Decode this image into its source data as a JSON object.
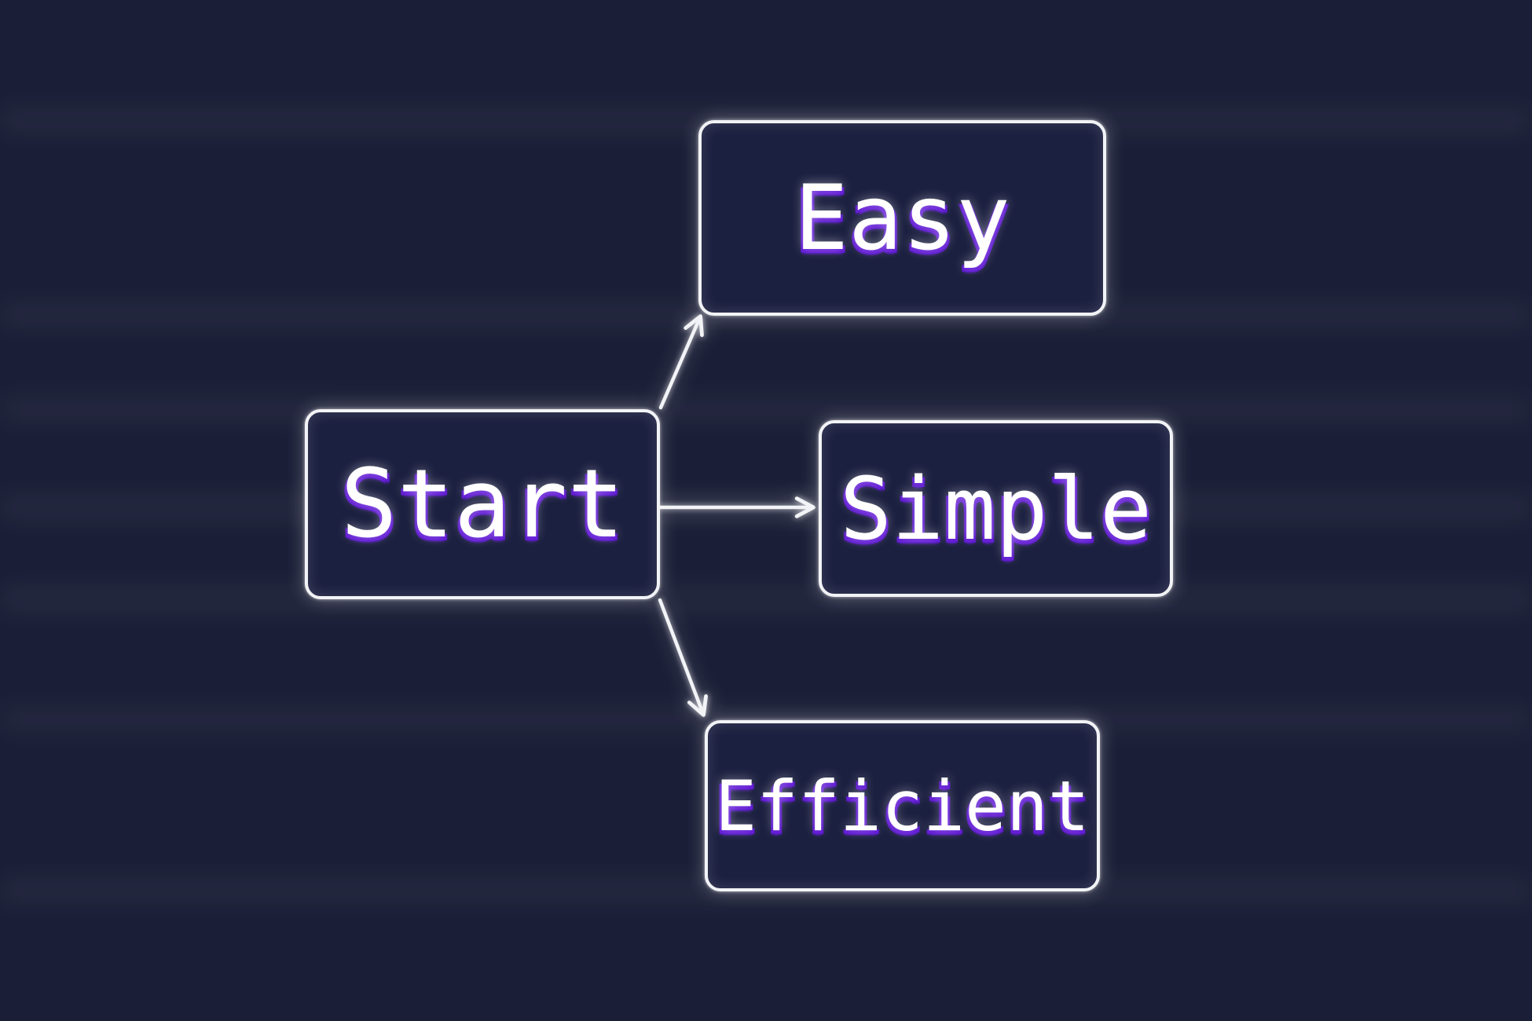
{
  "diagram": {
    "type": "flowchart",
    "direction": "left-to-right",
    "nodes": [
      {
        "id": "start",
        "label": "Start"
      },
      {
        "id": "easy",
        "label": "Easy"
      },
      {
        "id": "simple",
        "label": "Simple"
      },
      {
        "id": "efficient",
        "label": "Efficient"
      }
    ],
    "edges": [
      {
        "from": "Start",
        "to": "Easy"
      },
      {
        "from": "Start",
        "to": "Simple"
      },
      {
        "from": "Start",
        "to": "Efficient"
      }
    ],
    "colors": {
      "background": "#1a1e36",
      "node_fill": "#1c2040",
      "node_border": "#f2f3f6",
      "label_text": "#ffffff",
      "label_shadow": "#5a10d2",
      "edge_stroke": "#f2f3f6"
    }
  }
}
